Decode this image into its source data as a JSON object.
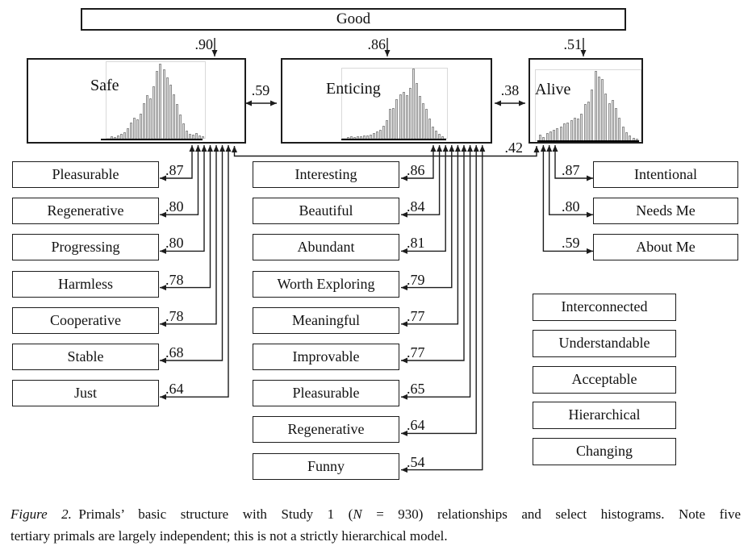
{
  "figure": {
    "good_label": "Good",
    "factors": [
      {
        "name": "Safe",
        "loading_from_good": ".90"
      },
      {
        "name": "Enticing",
        "loading_from_good": ".86"
      },
      {
        "name": "Alive",
        "loading_from_good": ".51"
      }
    ],
    "correlations": [
      {
        "pair": "Safe-Enticing",
        "value": ".59"
      },
      {
        "pair": "Enticing-Alive",
        "value": ".38"
      },
      {
        "pair": "Safe-Alive",
        "value": ".42"
      }
    ],
    "indicators": {
      "safe": [
        {
          "label": "Pleasurable",
          "value": ".87"
        },
        {
          "label": "Regenerative",
          "value": ".80"
        },
        {
          "label": "Progressing",
          "value": ".80"
        },
        {
          "label": "Harmless",
          "value": ".78"
        },
        {
          "label": "Cooperative",
          "value": ".78"
        },
        {
          "label": "Stable",
          "value": ".68"
        },
        {
          "label": "Just",
          "value": ".64"
        }
      ],
      "enticing": [
        {
          "label": "Interesting",
          "value": ".86"
        },
        {
          "label": "Beautiful",
          "value": ".84"
        },
        {
          "label": "Abundant",
          "value": ".81"
        },
        {
          "label": "Worth Exploring",
          "value": ".79"
        },
        {
          "label": "Meaningful",
          "value": ".77"
        },
        {
          "label": "Improvable",
          "value": ".77"
        },
        {
          "label": "Pleasurable",
          "value": ".65"
        },
        {
          "label": "Regenerative",
          "value": ".64"
        },
        {
          "label": "Funny",
          "value": ".54"
        }
      ],
      "alive": [
        {
          "label": "Intentional",
          "value": ".87"
        },
        {
          "label": "Needs Me",
          "value": ".80"
        },
        {
          "label": "About Me",
          "value": ".59"
        }
      ]
    },
    "tertiary_primals": [
      "Interconnected",
      "Understandable",
      "Acceptable",
      "Hierarchical",
      "Changing"
    ],
    "histograms": {
      "safe": [
        3,
        2,
        4,
        6,
        9,
        14,
        22,
        28,
        26,
        33,
        47,
        58,
        54,
        70,
        90,
        100,
        93,
        82,
        72,
        59,
        46,
        32,
        20,
        11,
        6,
        5,
        8,
        4,
        3
      ],
      "enticing": [
        2,
        3,
        2,
        3,
        4,
        5,
        5,
        6,
        8,
        10,
        13,
        18,
        26,
        42,
        44,
        56,
        63,
        67,
        62,
        73,
        100,
        79,
        61,
        51,
        43,
        29,
        17,
        11,
        7,
        4
      ],
      "alive": [
        8,
        5,
        10,
        13,
        15,
        17,
        20,
        24,
        26,
        29,
        33,
        31,
        38,
        52,
        56,
        73,
        100,
        92,
        88,
        68,
        53,
        58,
        46,
        33,
        20,
        12,
        7,
        4,
        2
      ]
    },
    "caption": {
      "line1_parts": [
        {
          "text": "Figure 2.",
          "italic": true
        },
        {
          "text": " Primals’ basic structure with Study 1 (",
          "italic": false
        },
        {
          "text": "N",
          "italic": true
        },
        {
          "text": " = 930) relationships and select histograms. Note five",
          "italic": false
        }
      ],
      "line2": "tertiary primals are largely independent; this is not a strictly hierarchical model."
    }
  }
}
